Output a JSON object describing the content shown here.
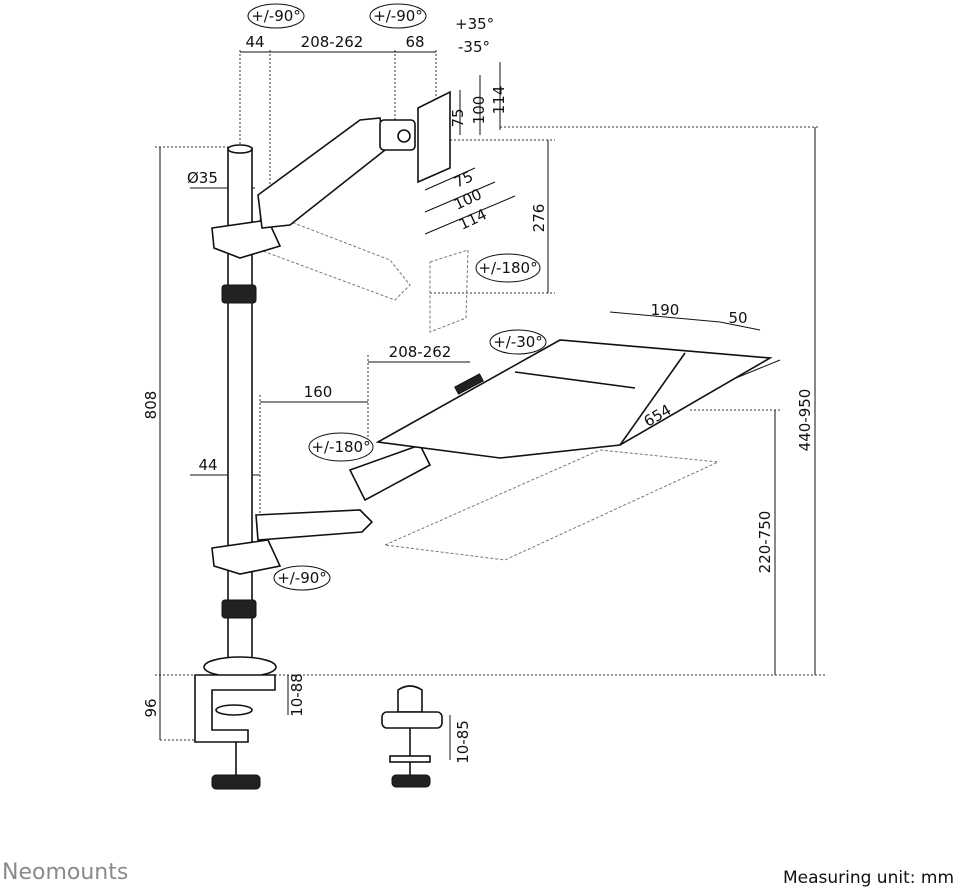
{
  "rotations": {
    "monitor_arm_base": "+/-90°",
    "monitor_arm_head": "+/-90°",
    "tilt_up": "+35°",
    "tilt_down": "-35°",
    "monitor_rotate": "+/-180°",
    "tray_tilt": "+/-30°",
    "tray_rotate": "+/-180°",
    "tray_arm_base": "+/-90°"
  },
  "dimensions": {
    "offset_top": "44",
    "arm_length_top": "208-262",
    "head_length": "68",
    "pole_diameter": "Ø35",
    "vesa_v_75": "75",
    "vesa_v_100": "100",
    "vesa_v_114": "114",
    "vesa_h_75": "75",
    "vesa_h_100": "100",
    "vesa_h_114": "114",
    "height_adjust": "276",
    "pole_height": "808",
    "total_height": "440-950",
    "tray_arm_length": "208-262",
    "tray_offset": "160",
    "offset_bottom": "44",
    "tray_depth": "190",
    "tray_extra": "50",
    "tray_width": "654",
    "tray_height": "220-750",
    "clamp_height": "96",
    "clamp_range": "10-88",
    "grommet_range": "10-85"
  },
  "footer": {
    "brand": "Neomounts",
    "unit": "Measuring unit: mm"
  }
}
